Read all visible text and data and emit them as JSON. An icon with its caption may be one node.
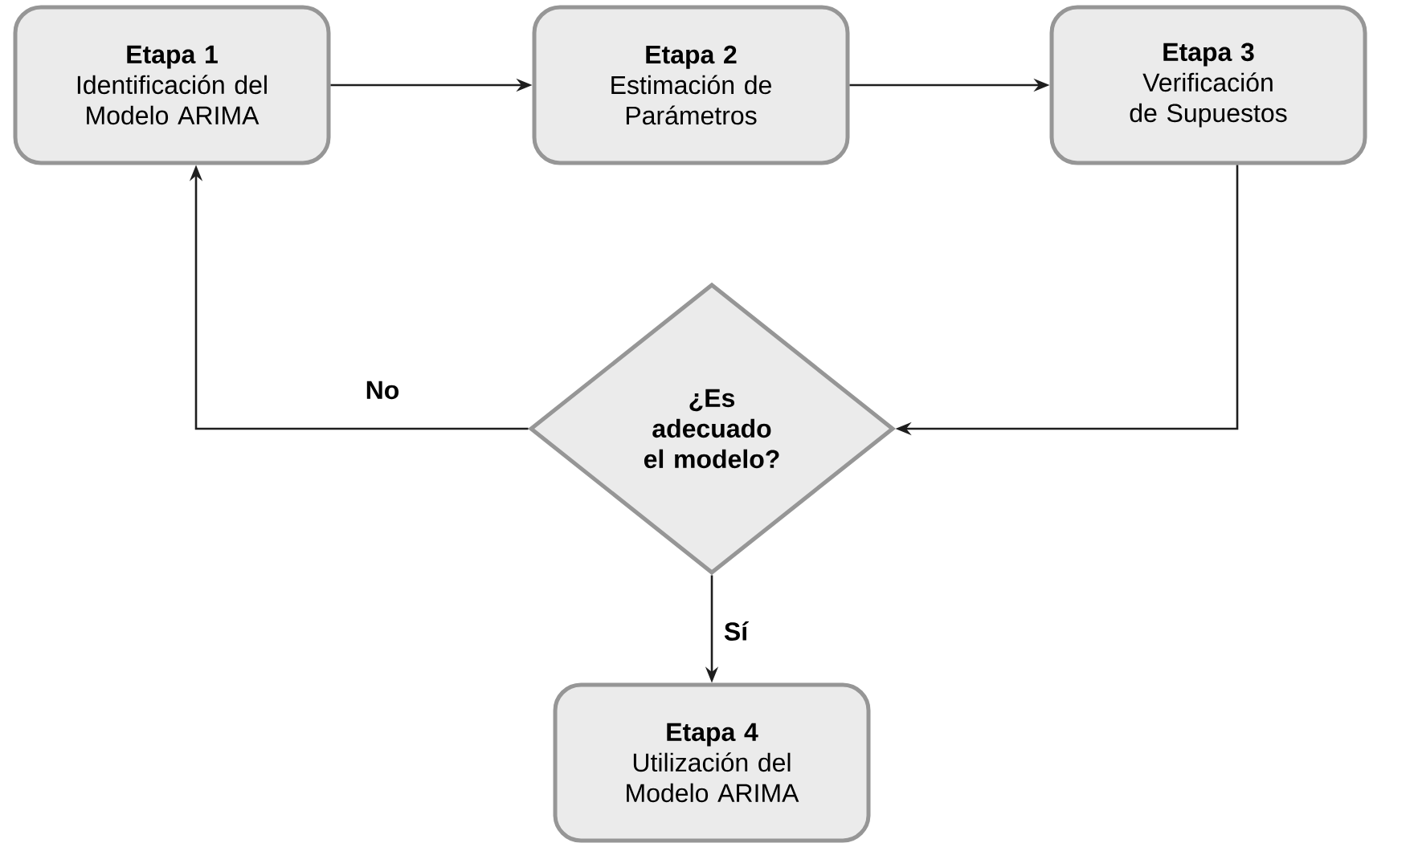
{
  "diagram": {
    "nodes": [
      {
        "text": [
          "Etapa 1",
          "Identificación del Modelo ARIMA"
        ]
      },
      {
        "text": [
          "Etapa 2",
          "Estimación de Parámetros"
        ]
      },
      {
        "text": [
          "Etapa 3",
          "Verificación de Supuestos"
        ]
      },
      {
        "text": [
          "¿Es adecuado el modelo?"
        ]
      },
      {
        "text": [
          "Etapa 4",
          "Utilización del Modelo ARIMA"
        ]
      }
    ],
    "edges": [
      {
        "from": 0,
        "to": 1,
        "arrow": "to"
      },
      {
        "from": 1,
        "to": 2,
        "arrow": "to"
      },
      {
        "from": 2,
        "to": 3,
        "arrow": "to"
      },
      {
        "from": 3,
        "to": 0,
        "arrow": "to",
        "label": "No"
      },
      {
        "from": 3,
        "to": 4,
        "arrow": "to",
        "label": "Sí"
      }
    ]
  }
}
